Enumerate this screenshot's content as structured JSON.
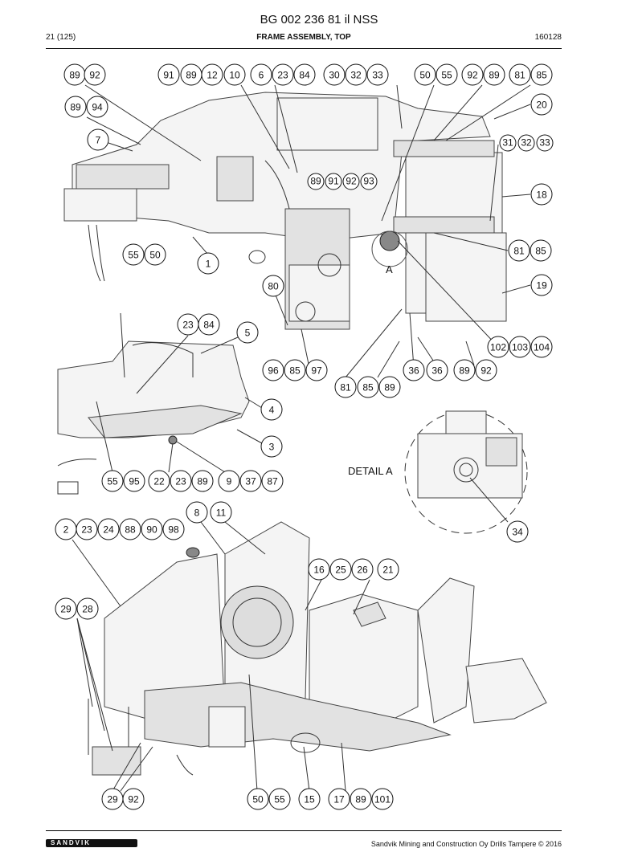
{
  "header": {
    "document_code": "BG 002 236 81 il NSS",
    "page_number": "21 (125)",
    "section_title": "FRAME ASSEMBLY, TOP",
    "date_code": "160128"
  },
  "footer": {
    "copyright": "Sandvik Mining and Construction Oy Drills Tampere © 2016"
  },
  "detail_labels": {
    "detail_a_marker": "A",
    "detail_a_title": "DETAIL A"
  },
  "callouts": {
    "top_view": [
      "89",
      "92",
      "91",
      "89",
      "12",
      "10",
      "6",
      "23",
      "84",
      "30",
      "32",
      "33",
      "50",
      "55",
      "92",
      "89",
      "81",
      "85",
      "89",
      "94",
      "20",
      "7",
      "31",
      "32",
      "33",
      "89",
      "91",
      "92",
      "93",
      "18",
      "55",
      "50",
      "1",
      "81",
      "85",
      "80",
      "19",
      "23",
      "84",
      "5",
      "102",
      "103",
      "104",
      "96",
      "85",
      "97",
      "36",
      "36",
      "89",
      "92",
      "81",
      "85",
      "89"
    ],
    "cab_view": [
      "4",
      "3",
      "55",
      "95",
      "22",
      "23",
      "89",
      "9",
      "37",
      "87"
    ],
    "detail_view": [
      "34"
    ],
    "iso_view": [
      "8",
      "11",
      "2",
      "23",
      "24",
      "88",
      "90",
      "98",
      "16",
      "25",
      "26",
      "21",
      "29",
      "28",
      "29",
      "92",
      "50",
      "55",
      "15",
      "17",
      "89",
      "101"
    ]
  }
}
